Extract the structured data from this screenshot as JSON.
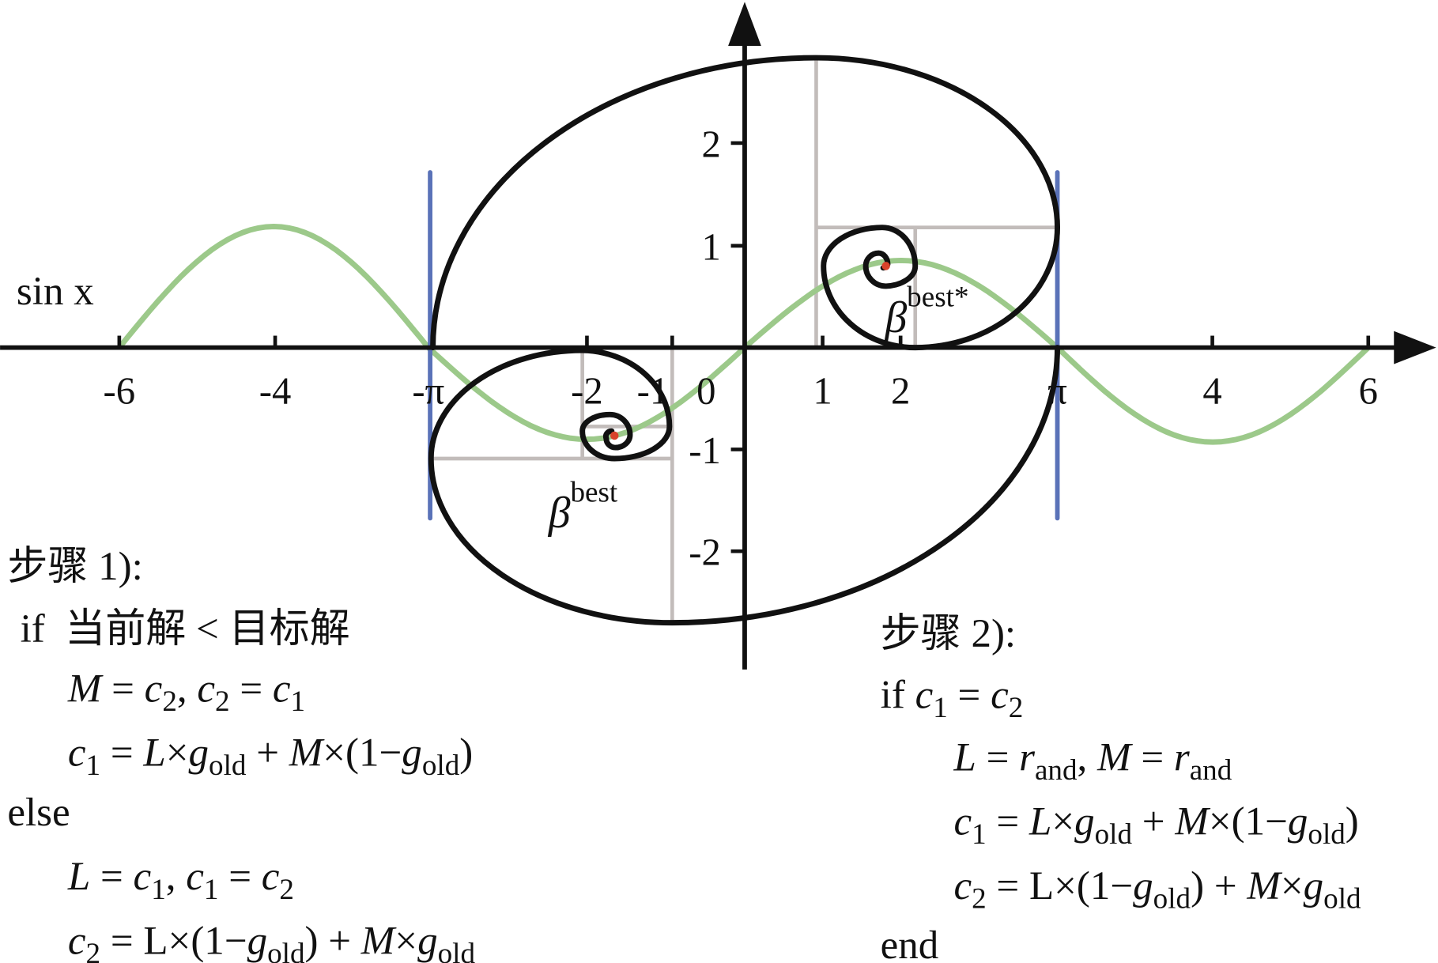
{
  "colors": {
    "sine": "#9cc98a",
    "bound": "#5a72b8",
    "spiral": "#111111",
    "grid": "#c2bcba",
    "point": "#d9432b"
  },
  "labels": {
    "sin": "sin x",
    "beta_best": {
      "base": "β",
      "sup": "best"
    },
    "beta_best_star": {
      "base": "β",
      "sup": "best*"
    }
  },
  "x_ticks": [
    "-6",
    "-4",
    "-π",
    "-2",
    "-1",
    "0",
    "1",
    "2",
    "π",
    "4",
    "6"
  ],
  "y_ticks": [
    "2",
    "1",
    "-1",
    "-2"
  ],
  "step1": {
    "title": "步骤 1):",
    "if_line": "if  当前解 < 目标解",
    "else": "else",
    "lines": [
      [
        [
          "M",
          "i"
        ],
        [
          " = ",
          "n"
        ],
        [
          "c",
          "i"
        ],
        [
          "2",
          "s"
        ],
        [
          ", ",
          "n"
        ],
        [
          "c",
          "i"
        ],
        [
          "2",
          "s"
        ],
        [
          " = ",
          "n"
        ],
        [
          "c",
          "i"
        ],
        [
          "1",
          "s"
        ]
      ],
      [
        [
          "c",
          "i"
        ],
        [
          "1",
          "s"
        ],
        [
          " = ",
          "n"
        ],
        [
          "L",
          "i"
        ],
        [
          "×",
          "n"
        ],
        [
          "g",
          "i"
        ],
        [
          "old",
          "s"
        ],
        [
          " + ",
          "n"
        ],
        [
          "M",
          "i"
        ],
        [
          "×(1−",
          "n"
        ],
        [
          "g",
          "i"
        ],
        [
          "old",
          "s"
        ],
        [
          ")",
          "n"
        ]
      ],
      [
        [
          "L",
          "i"
        ],
        [
          " = ",
          "n"
        ],
        [
          "c",
          "i"
        ],
        [
          "1",
          "s"
        ],
        [
          ", ",
          "n"
        ],
        [
          "c",
          "i"
        ],
        [
          "1",
          "s"
        ],
        [
          " = ",
          "n"
        ],
        [
          "c",
          "i"
        ],
        [
          "2",
          "s"
        ]
      ],
      [
        [
          "c",
          "i"
        ],
        [
          "2",
          "s"
        ],
        [
          " = L×(1−",
          "n"
        ],
        [
          "g",
          "i"
        ],
        [
          "old",
          "s"
        ],
        [
          ") + ",
          "n"
        ],
        [
          "M",
          "i"
        ],
        [
          "×",
          "n"
        ],
        [
          "g",
          "i"
        ],
        [
          "old",
          "s"
        ]
      ]
    ]
  },
  "step2": {
    "title": "步骤 2):",
    "end": "end",
    "lines": [
      [
        [
          "if   ",
          "n"
        ],
        [
          "c",
          "i"
        ],
        [
          "1",
          "s"
        ],
        [
          " = ",
          "n"
        ],
        [
          "c",
          "i"
        ],
        [
          "2",
          "s"
        ]
      ],
      [
        [
          "L",
          "i"
        ],
        [
          " = ",
          "n"
        ],
        [
          "r",
          "i"
        ],
        [
          "and",
          "s"
        ],
        [
          ", ",
          "n"
        ],
        [
          "M",
          "i"
        ],
        [
          " = ",
          "n"
        ],
        [
          "r",
          "i"
        ],
        [
          "and",
          "s"
        ]
      ],
      [
        [
          "c",
          "i"
        ],
        [
          "1",
          "s"
        ],
        [
          " = ",
          "n"
        ],
        [
          "L",
          "i"
        ],
        [
          "×",
          "n"
        ],
        [
          "g",
          "i"
        ],
        [
          "old",
          "s"
        ],
        [
          " + ",
          "n"
        ],
        [
          "M",
          "i"
        ],
        [
          "×(1−",
          "n"
        ],
        [
          "g",
          "i"
        ],
        [
          "old",
          "s"
        ],
        [
          ")",
          "n"
        ]
      ],
      [
        [
          "c",
          "i"
        ],
        [
          "2",
          "s"
        ],
        [
          " = L×(1−",
          "n"
        ],
        [
          "g",
          "i"
        ],
        [
          "old",
          "s"
        ],
        [
          ") + ",
          "n"
        ],
        [
          "M",
          "i"
        ],
        [
          "×",
          "n"
        ],
        [
          "g",
          "i"
        ],
        [
          "old",
          "s"
        ]
      ]
    ]
  }
}
